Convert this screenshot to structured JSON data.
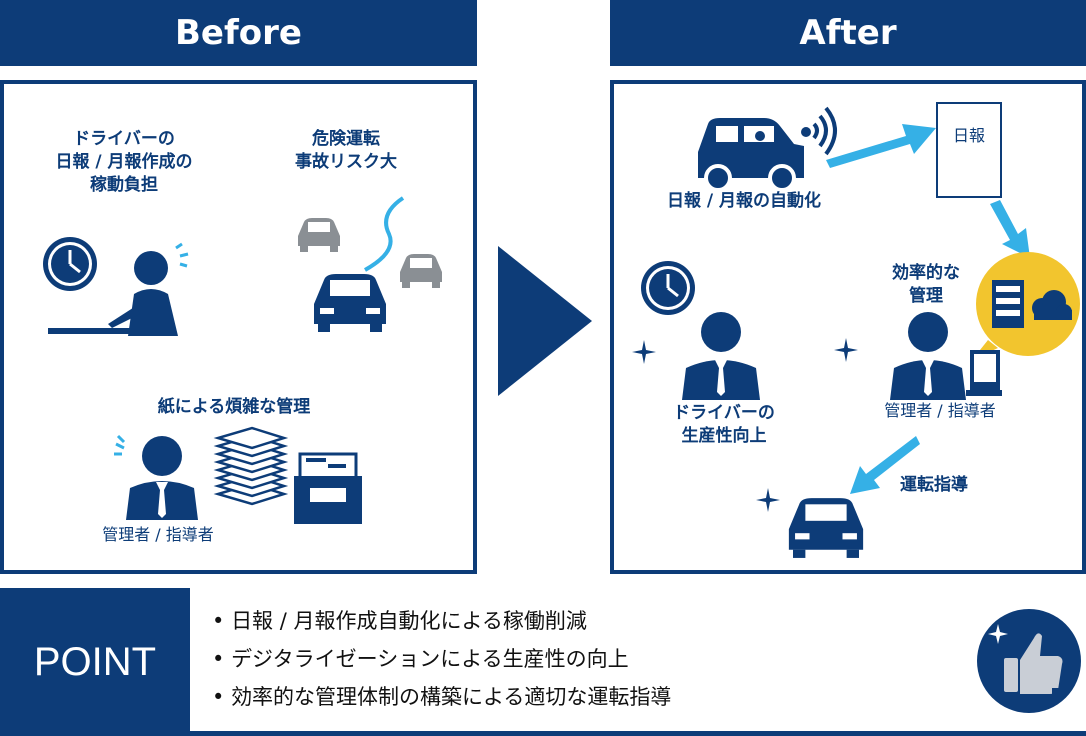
{
  "before": {
    "header": "Before",
    "driver_burden": "ドライバーの\n日報 / 月報作成の\n稼動負担",
    "accident_risk": "危険運転\n事故リスク大",
    "paper_management": "紙による煩雑な管理",
    "manager_label": "管理者 / 指導者"
  },
  "after": {
    "header": "After",
    "daily_report_doc": "日報",
    "auto_report": "日報 / 月報の自動化",
    "efficient_management": "効率的な\n管理",
    "driver_productivity": "ドライバーの\n生産性向上",
    "manager_label": "管理者 / 指導者",
    "driving_guidance": "運転指導"
  },
  "point": {
    "label": "POINT",
    "items": [
      "日報 / 月報作成自動化による稼働削減",
      "デジタライゼーションによる生産性の向上",
      "効率的な管理体制の構築による適切な運転指導"
    ]
  },
  "colors": {
    "navy": "#0d3c78",
    "light_blue": "#35b0e6",
    "gray": "#8a8f94",
    "yellow": "#f2c52e"
  }
}
